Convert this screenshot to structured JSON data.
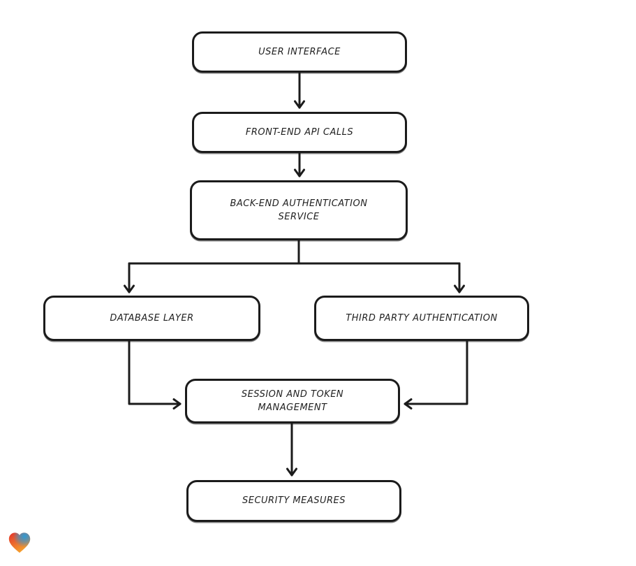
{
  "diagram": {
    "type": "flowchart",
    "direction": "top-down",
    "stroke_color": "#1b1b1b",
    "node_fill": "#ffffff",
    "background": "#ffffff",
    "nodes": [
      {
        "id": "user-interface",
        "label": "USER INTERFACE"
      },
      {
        "id": "front-end-api-calls",
        "label": "FRONT-END API CALLS"
      },
      {
        "id": "back-end-authentication-service",
        "label": "BACK-END AUTHENTICATION SERVICE"
      },
      {
        "id": "database-layer",
        "label": "DATABASE LAYER"
      },
      {
        "id": "third-party-authentication",
        "label": "THIRD PARTY AUTHENTICATION"
      },
      {
        "id": "session-and-token-management",
        "label": "SESSION AND TOKEN MANAGEMENT"
      },
      {
        "id": "security-measures",
        "label": "SECURITY MEASURES"
      }
    ],
    "edges": [
      {
        "from": "user-interface",
        "to": "front-end-api-calls"
      },
      {
        "from": "front-end-api-calls",
        "to": "back-end-authentication-service"
      },
      {
        "from": "back-end-authentication-service",
        "to": "database-layer"
      },
      {
        "from": "back-end-authentication-service",
        "to": "third-party-authentication"
      },
      {
        "from": "database-layer",
        "to": "session-and-token-management"
      },
      {
        "from": "third-party-authentication",
        "to": "session-and-token-management"
      },
      {
        "from": "session-and-token-management",
        "to": "security-measures"
      }
    ]
  },
  "branding": {
    "logo": "heart-logo",
    "logo_colors": {
      "red": "#e5332a",
      "blue": "#2d9bd6",
      "orange": "#f6a42c"
    }
  }
}
